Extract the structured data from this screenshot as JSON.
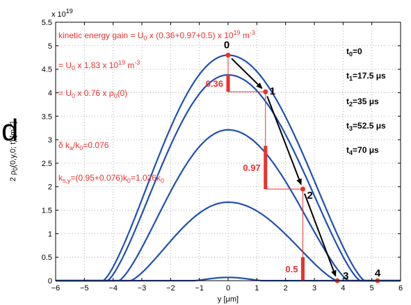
{
  "chart_data": {
    "type": "line",
    "ylabel": "2 ρ",
    "ylabel_sub": "0",
    "ylabel_rest": "(0,y,0; t)  [m",
    "ylabel_sup": "-3",
    "ylabel_close": "]",
    "xlabel": "y [μm]",
    "y_exponent_base": "x 10",
    "y_exponent_power": "19",
    "xlim": [
      -6,
      6
    ],
    "ylim": [
      0,
      5.5
    ],
    "xticks": [
      "−6",
      "−5",
      "−4",
      "−3",
      "−2",
      "−1",
      "0",
      "1",
      "2",
      "3",
      "4",
      "5",
      "6"
    ],
    "yticks": [
      "0",
      "0.5",
      "1",
      "1.5",
      "2",
      "2.5",
      "3",
      "3.5",
      "4",
      "4.5",
      "5",
      "5.5"
    ],
    "grid": true,
    "series_color": "#1f4fb5",
    "series": [
      {
        "peak": 4.8,
        "x0": -4.35,
        "x1": 4.75
      },
      {
        "peak": 4.38,
        "x0": -4.2,
        "x1": 4.6
      },
      {
        "peak": 3.21,
        "x0": -3.8,
        "x1": 4.2
      },
      {
        "peak": 1.67,
        "x0": -3.4,
        "x1": 3.8
      },
      {
        "peak": 0.07,
        "x0": -1.2,
        "x1": 1.2
      }
    ],
    "points": [
      {
        "label": "0",
        "x": 0.0,
        "y": 4.8
      },
      {
        "label": "1",
        "x": 1.3,
        "y": 4.02
      },
      {
        "label": "2",
        "x": 2.6,
        "y": 1.95
      },
      {
        "label": "3",
        "x": 3.8,
        "y": 0.0
      },
      {
        "label": "4",
        "x": 5.2,
        "y": 0.0
      }
    ],
    "steps": [
      {
        "label": "0.36",
        "x": 0.0,
        "y_from": 4.38,
        "y_to": 4.02
      },
      {
        "label": "0.97",
        "x": 1.3,
        "y_from": 2.87,
        "y_to": 1.95
      },
      {
        "label": "0.5",
        "x": 2.6,
        "y_from": 0.5,
        "y_to": 0.0
      }
    ],
    "times": [
      {
        "t": "t",
        "sub": "0",
        "val": "=0"
      },
      {
        "t": "t",
        "sub": "1",
        "val": "=17.5 μs"
      },
      {
        "t": "t",
        "sub": "2",
        "val": "=35 μs"
      },
      {
        "t": "t",
        "sub": "3",
        "val": "=52.5 μs"
      },
      {
        "t": "t",
        "sub": "4",
        "val": "=70 μs"
      }
    ],
    "annotations": {
      "ann1": {
        "a": "kinetic energy gain = U",
        "b": "0",
        "c": " x (0.36+0.97+0.5) x 10",
        "d": "19",
        "e": " m",
        "f": "-3"
      },
      "ann2": {
        "a": "= U",
        "b": "0",
        "c": " x 1.83 x 10",
        "d": "19",
        "e": " m",
        "f": "-3"
      },
      "ann3": {
        "a": "= U",
        "b": "0",
        "c": " x 0.76 x ρ",
        "d": "0",
        "e": "(0)"
      },
      "ann4": {
        "a": "δ k",
        "b": "a",
        "c": "/k",
        "d": "0",
        "e": "=0.076"
      },
      "ann5": {
        "a": "k",
        "b": "s,y",
        "c": "=(0.95+0.076)k",
        "d": "0",
        "e": "=1.026k",
        "f": "0"
      }
    },
    "edge_glyph": "d",
    "accent_color": "#e8322e"
  }
}
